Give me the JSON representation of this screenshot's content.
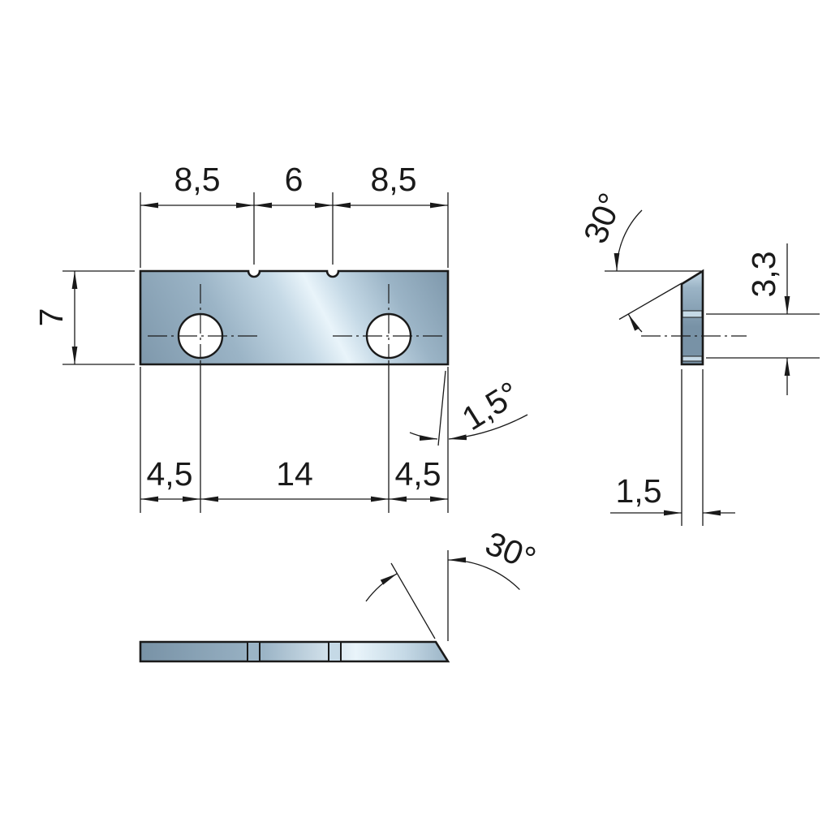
{
  "drawing": {
    "front_view": {
      "top_dims": [
        "8,5",
        "6",
        "8,5"
      ],
      "height_dim": "7",
      "bottom_dims": [
        "4,5",
        "14",
        "4,5"
      ],
      "relief_angle": "1,5°"
    },
    "side_view": {
      "bevel_angle": "30°",
      "hole_offset_dim": "3,3",
      "thickness_dim": "1,5"
    },
    "bottom_view": {
      "bevel_angle": "30°"
    }
  },
  "colors": {
    "line": "#1a1a1a",
    "steel_dark": "#7892a6",
    "steel_mid": "#9bb4c6",
    "steel_light": "#c5d9e6",
    "steel_highlight": "#e9f4fa",
    "hole_fill": "#ffffff",
    "background": "#ffffff"
  }
}
